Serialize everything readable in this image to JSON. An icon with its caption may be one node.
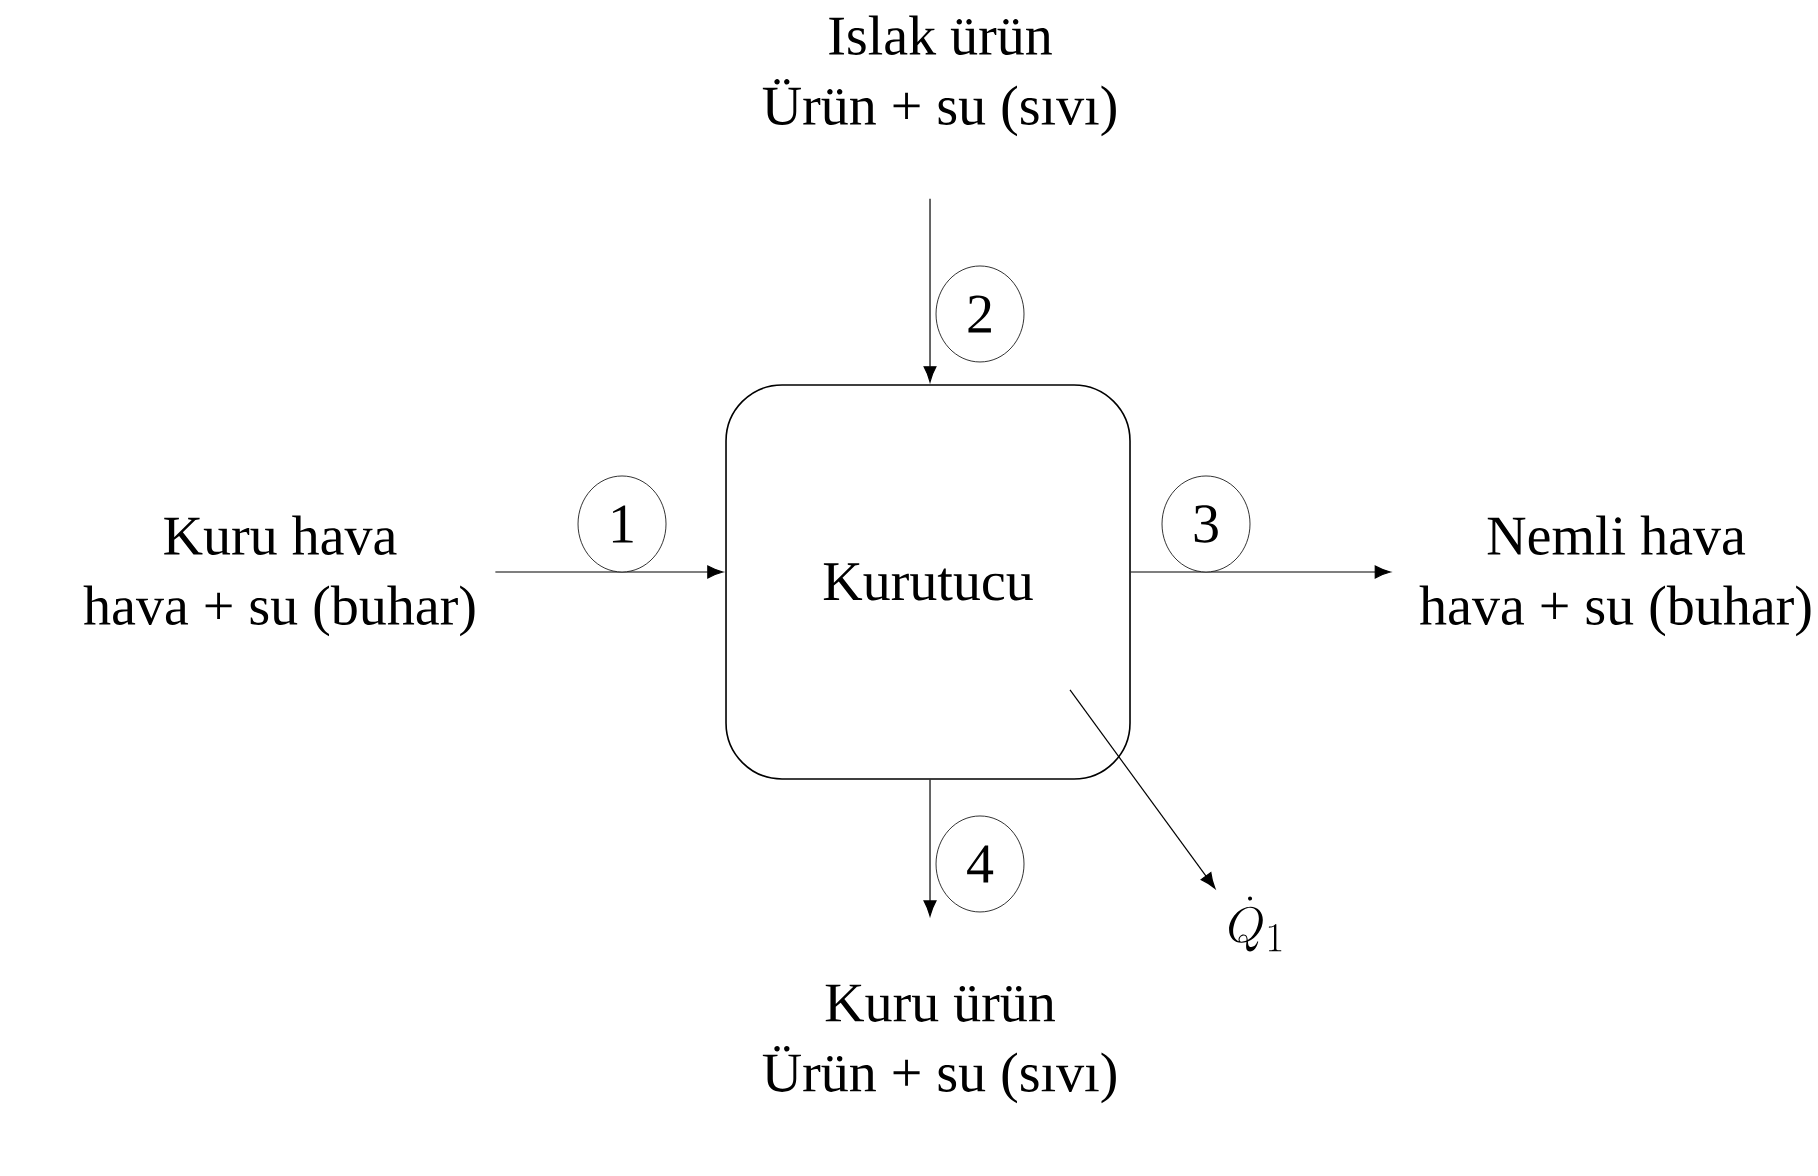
{
  "diagram": {
    "nodes": [
      {
        "text": [
          "Kurutucu"
        ]
      },
      {
        "text": [
          "Kuru hava",
          "hava + su (buhar)"
        ]
      },
      {
        "text": [
          "Islak ürün",
          "Ürün + su (sıvı)"
        ]
      },
      {
        "text": [
          "Nemli hava",
          "hava + su (buhar)"
        ]
      },
      {
        "text": [
          "Kuru ürün",
          "Ürün + su (sıvı)"
        ]
      },
      {
        "text": [
          "\\dot{Q}_1"
        ]
      }
    ],
    "edges": [
      {
        "from": 1,
        "to": 0,
        "arrow": "to",
        "label": "1"
      },
      {
        "from": 2,
        "to": 0,
        "arrow": "to",
        "label": "2"
      },
      {
        "from": 0,
        "to": 3,
        "arrow": "to",
        "label": "3"
      },
      {
        "from": 0,
        "to": 4,
        "arrow": "to",
        "label": "4"
      },
      {
        "from": 0,
        "to": 5,
        "arrow": "to"
      }
    ]
  }
}
